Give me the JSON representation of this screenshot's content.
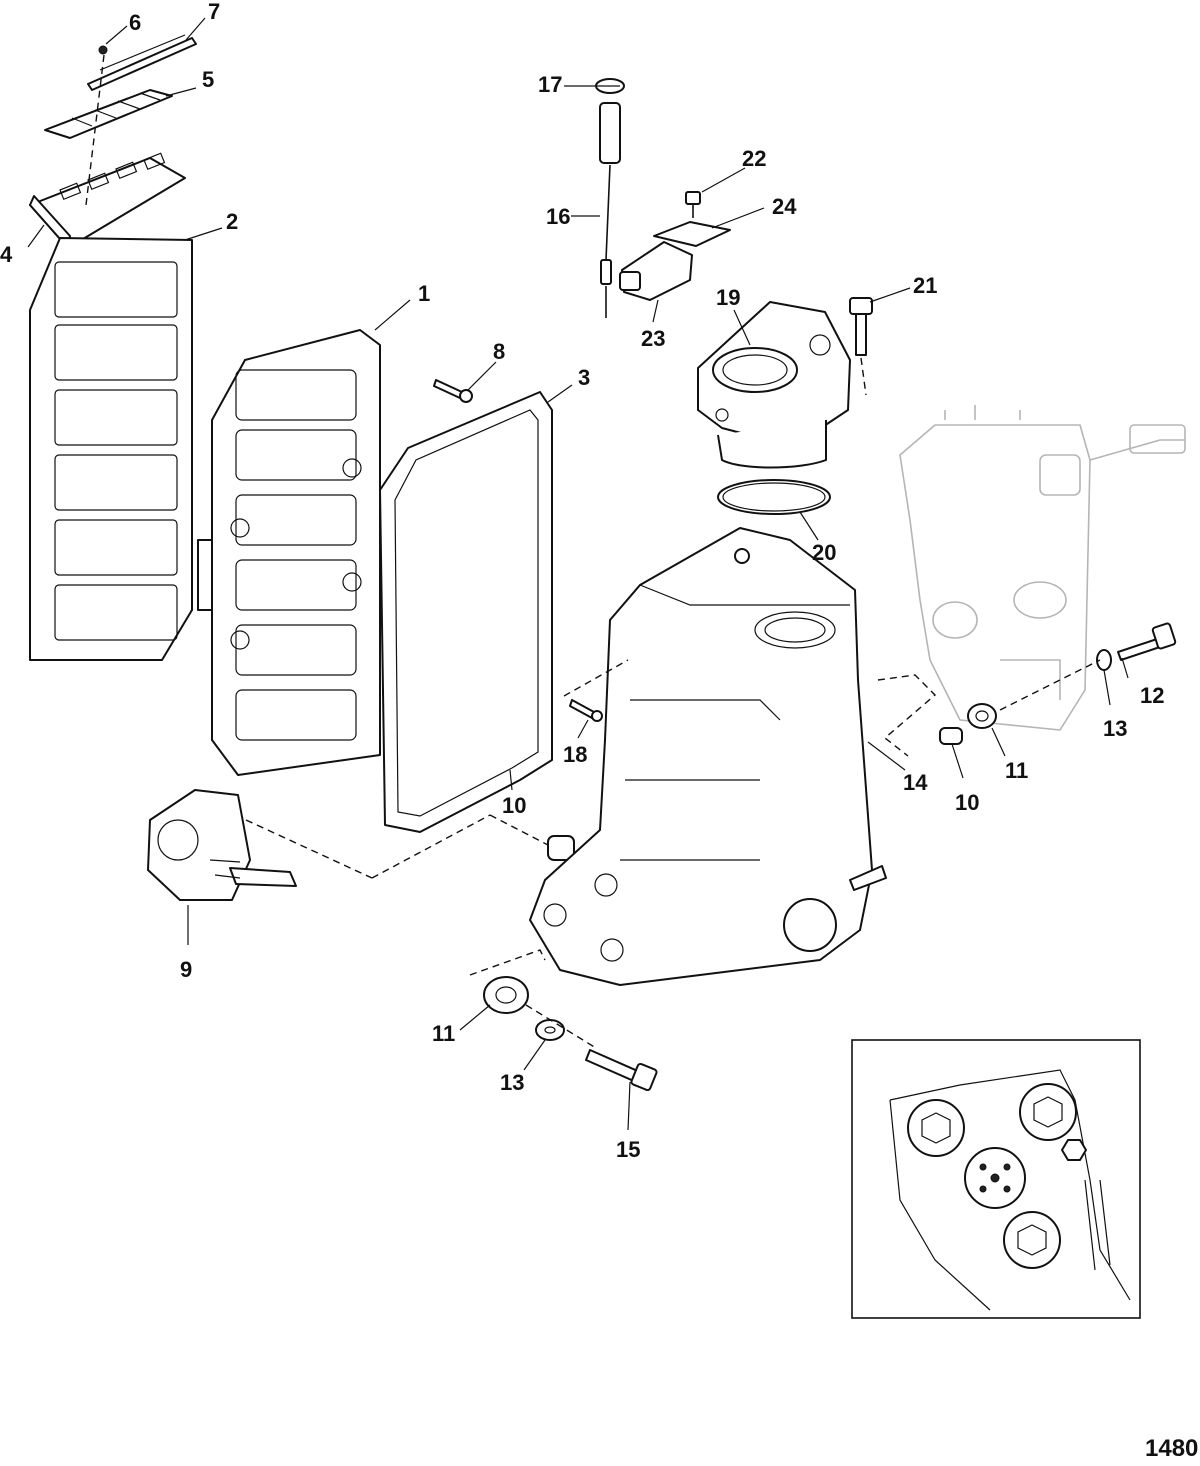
{
  "figure_id": "1480",
  "callouts": [
    "1",
    "2",
    "3",
    "4",
    "5",
    "6",
    "7",
    "8",
    "9",
    "10",
    "10",
    "11",
    "11",
    "12",
    "13",
    "13",
    "14",
    "15",
    "16",
    "17",
    "18",
    "19",
    "20",
    "21",
    "22",
    "23",
    "24"
  ]
}
